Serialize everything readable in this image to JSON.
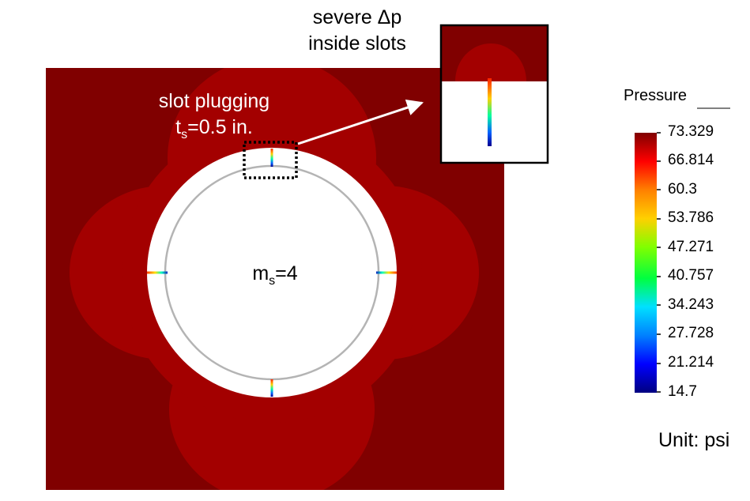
{
  "annotations": {
    "severe_line1": "severe Δp",
    "severe_line2": "inside slots",
    "plug_line1": "slot plugging",
    "plug_t": "t",
    "plug_sub": "s",
    "plug_rest": "=0.5 in.",
    "ms_m": "m",
    "ms_sub": "s",
    "ms_rest": "=4"
  },
  "legend": {
    "title": "Pressure",
    "ticks": [
      "73.329",
      "66.814",
      "60.3",
      "53.786",
      "47.271",
      "40.757",
      "34.243",
      "27.728",
      "21.214",
      "14.7"
    ],
    "colors_top_to_bottom": [
      "#800000",
      "#ff0000",
      "#ff8000",
      "#ffd000",
      "#80ff00",
      "#00ff40",
      "#00e0ff",
      "#0080ff",
      "#0000ff",
      "#000080"
    ],
    "unit": "Unit: psi"
  },
  "colors": {
    "background_field": "#800000",
    "high_pressure_lobes": "#a00000",
    "pipe_wall": "#ffffff",
    "inner_circle": "#b4b4b4"
  }
}
